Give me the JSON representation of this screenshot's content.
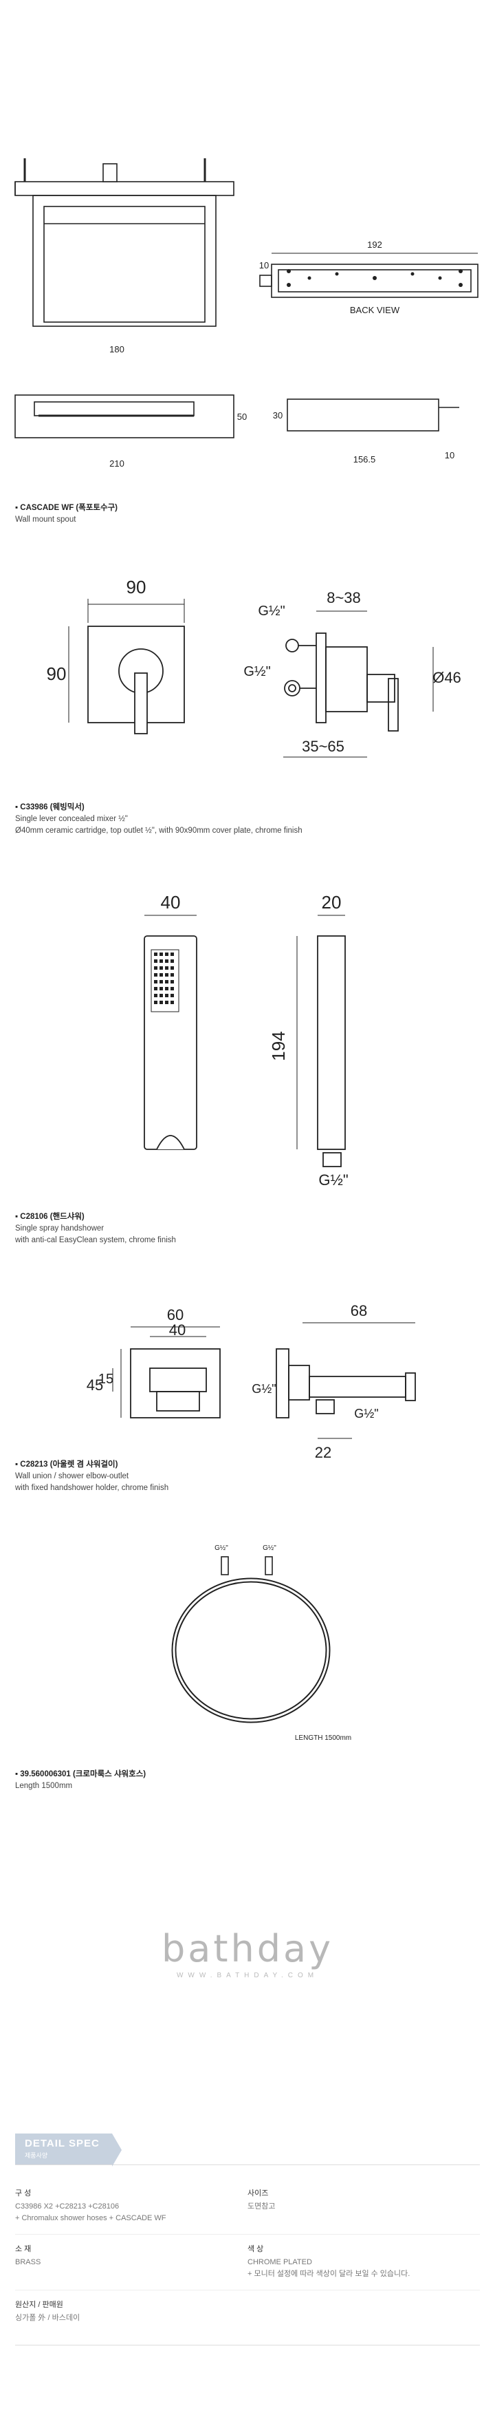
{
  "products": [
    {
      "title": "CASCADE WF (폭포토수구)",
      "lines": [
        "Wall mount spout"
      ],
      "dims": {
        "width": "180",
        "back_width": "192",
        "back_label": "BACK VIEW",
        "back_side": "10",
        "bottom_width": "210",
        "bottom_height": "50",
        "side_height": "30",
        "side_depth": "156.5",
        "side_tail": "10"
      }
    },
    {
      "title": "C33986 (웨빙믹서)",
      "lines": [
        "Single lever concealed mixer ½\"",
        "Ø40mm ceramic cartridge, top outlet ½\", with 90x90mm cover plate, chrome finish"
      ],
      "dims": {
        "width": "90",
        "height": "90",
        "depth_range": "8~38",
        "g1": "G½\"",
        "g2": "G½\"",
        "diameter": "Ø46",
        "bottom_range": "35~65"
      }
    },
    {
      "title": "C28106 (핸드샤워)",
      "lines": [
        "Single spray handshower",
        "with anti-cal EasyClean system, chrome finish"
      ],
      "dims": {
        "width": "40",
        "depth": "20",
        "length": "194",
        "thread": "G½\""
      }
    },
    {
      "title": "C28213 (아울렛 겸 샤워걸이)",
      "lines": [
        "Wall union / shower elbow-outlet",
        "with fixed handshower holder, chrome finish"
      ],
      "dims": {
        "outer": "60",
        "inner": "40",
        "h_outer": "45",
        "h_inner": "15",
        "length": "68",
        "g1": "G½\"",
        "g2": "G½\"",
        "offset": "22"
      }
    },
    {
      "title": "39.560006301 (크로마룩스 샤워호스)",
      "lines": [
        "Length 1500mm"
      ],
      "dims": {
        "g1": "G½\"",
        "g2": "G½\"",
        "length_label": "LENGTH 1500mm"
      }
    }
  ],
  "logo": {
    "word": "bathday",
    "url": "WWW.BATHDAY.COM"
  },
  "spec": {
    "tab_title": "DETAIL SPEC",
    "tab_sub": "제품사양",
    "rows": [
      [
        {
          "label": "구 성",
          "value": "C33986 X2 +C28213 +C28106\n+ Chromalux shower hoses + CASCADE WF"
        },
        {
          "label": "사이즈",
          "value": "도면참고"
        }
      ],
      [
        {
          "label": "소 재",
          "value": "BRASS"
        },
        {
          "label": "색 상",
          "value": "CHROME PLATED\n+ 모니터 설정에 따라 색상이 달라 보일 수 있습니다."
        }
      ],
      [
        {
          "label": "원산지 / 판매원",
          "value": "싱가폴 外 / 바스데이"
        }
      ]
    ]
  }
}
